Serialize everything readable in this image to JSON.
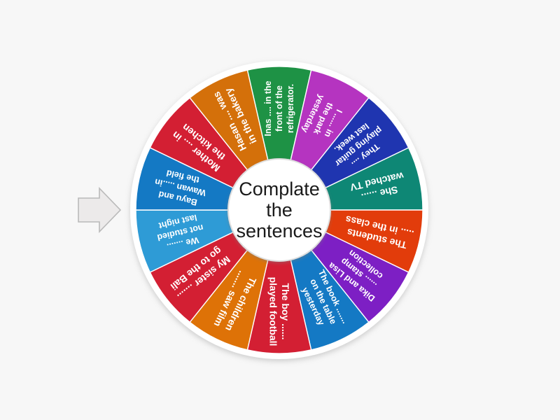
{
  "app": {
    "background_color": "#f7f7f7",
    "type": "spinner-wheel"
  },
  "wheel": {
    "center_label_lines": [
      "Complate",
      "the",
      "sentences"
    ],
    "center_label": "Complate the sentences",
    "hub_fill": "#ffffff",
    "rim_color": "#ffffff",
    "segment_count": 14,
    "segments": [
      {
        "index": 0,
        "text": "Inas .... in the front of the refrigerator.",
        "lines": [
          "Inas .... in the",
          "front of the",
          "refrigerator."
        ],
        "color": "#1e9245",
        "flipped": false
      },
      {
        "index": 1,
        "text": "I ...... in the park yesterday",
        "lines": [
          "I ...... in",
          "the park",
          "yesterday"
        ],
        "color": "#b534c0",
        "flipped": true
      },
      {
        "index": 2,
        "text": "They .... playing guitar last week.",
        "lines": [
          "They ....",
          "playing guitar",
          "last week."
        ],
        "color": "#1f35b0",
        "flipped": true
      },
      {
        "index": 3,
        "text": "She ...... watched TV",
        "lines": [
          "She ......",
          "watched TV"
        ],
        "color": "#0e8775",
        "flipped": true
      },
      {
        "index": 4,
        "text": "The students ..... in the class",
        "lines": [
          "The students",
          "..... in the class"
        ],
        "color": "#e23c0b",
        "flipped": true
      },
      {
        "index": 5,
        "text": "Dika and Lisa ...... stamp collection",
        "lines": [
          "Dika and Lisa",
          "...... stamp",
          "collection"
        ],
        "color": "#7d1fc4",
        "flipped": true
      },
      {
        "index": 6,
        "text": "The book ....... on the table yesterday",
        "lines": [
          "The book .......",
          "on the table",
          "yesterday"
        ],
        "color": "#1479c4",
        "flipped": false
      },
      {
        "index": 7,
        "text": "The boy ...... played football",
        "lines": [
          "The boy ......",
          "played football"
        ],
        "color": "#d31f33",
        "flipped": false
      },
      {
        "index": 8,
        "text": "The children ....... saw film",
        "lines": [
          "The children",
          "....... saw film"
        ],
        "color": "#de7207",
        "flipped": false
      },
      {
        "index": 9,
        "text": "My sister ....... go to the Bali",
        "lines": [
          "My sister .......",
          "go to the Bali"
        ],
        "color": "#d31f33",
        "flipped": false
      },
      {
        "index": 10,
        "text": "We ....... not studied last night",
        "lines": [
          "We .......",
          "not studied",
          "last night"
        ],
        "color": "#2e9bd6",
        "flipped": false
      },
      {
        "index": 11,
        "text": "Bayu and Wawan .....in the field",
        "lines": [
          "Bayu and",
          "Wawan .....in",
          "the field"
        ],
        "color": "#1479c4",
        "flipped": false
      },
      {
        "index": 12,
        "text": "Mother .... in the kitchen",
        "lines": [
          "Mother .... in",
          "the kitchen"
        ],
        "color": "#d31f33",
        "flipped": false
      },
      {
        "index": 13,
        "text": "Hasan .... was in the bakery",
        "lines": [
          "Hasan .... was",
          "in the bakery"
        ],
        "color": "#d4700a",
        "flipped": false
      }
    ]
  },
  "pointer": {
    "name": "spin-pointer-arrow",
    "direction": "right",
    "fill": "#eceaea",
    "stroke": "#b9b9b9"
  }
}
